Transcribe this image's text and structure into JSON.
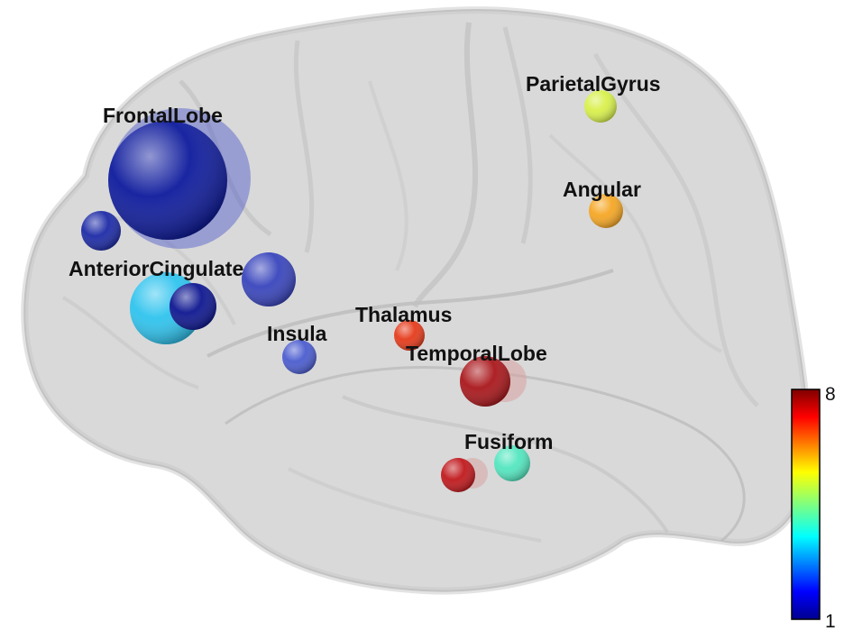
{
  "regions": [
    {
      "label": "FrontalLobe",
      "color": "#0d1a9c",
      "value": 1.0
    },
    {
      "label": "AnteriorCingulate",
      "color": "#2ec3ee",
      "value": 3.0
    },
    {
      "label": "Insula",
      "color": "#4a5ccf",
      "value": 1.8
    },
    {
      "label": "Thalamus",
      "color": "#e53a1a",
      "value": 7.3
    },
    {
      "label": "TemporalLobe",
      "color": "#a9161a",
      "value": 7.9
    },
    {
      "label": "Fusiform",
      "color": "#52e6bf",
      "value": 3.6
    },
    {
      "label": "ParietalGyrus",
      "color": "#d8f04a",
      "value": 5.0
    },
    {
      "label": "Angular",
      "color": "#f5a623",
      "value": 6.0
    }
  ],
  "unlabeled_spheres": [
    {
      "name": "frontal-small",
      "color": "#1c2aa6"
    },
    {
      "name": "cingulate-dark",
      "color": "#0d1690"
    },
    {
      "name": "cingulate-upper",
      "color": "#2633b8"
    },
    {
      "name": "fusiform-red",
      "color": "#c0181c"
    }
  ],
  "colorbar": {
    "min_label": "1",
    "max_label": "8",
    "colormap": "jet"
  }
}
